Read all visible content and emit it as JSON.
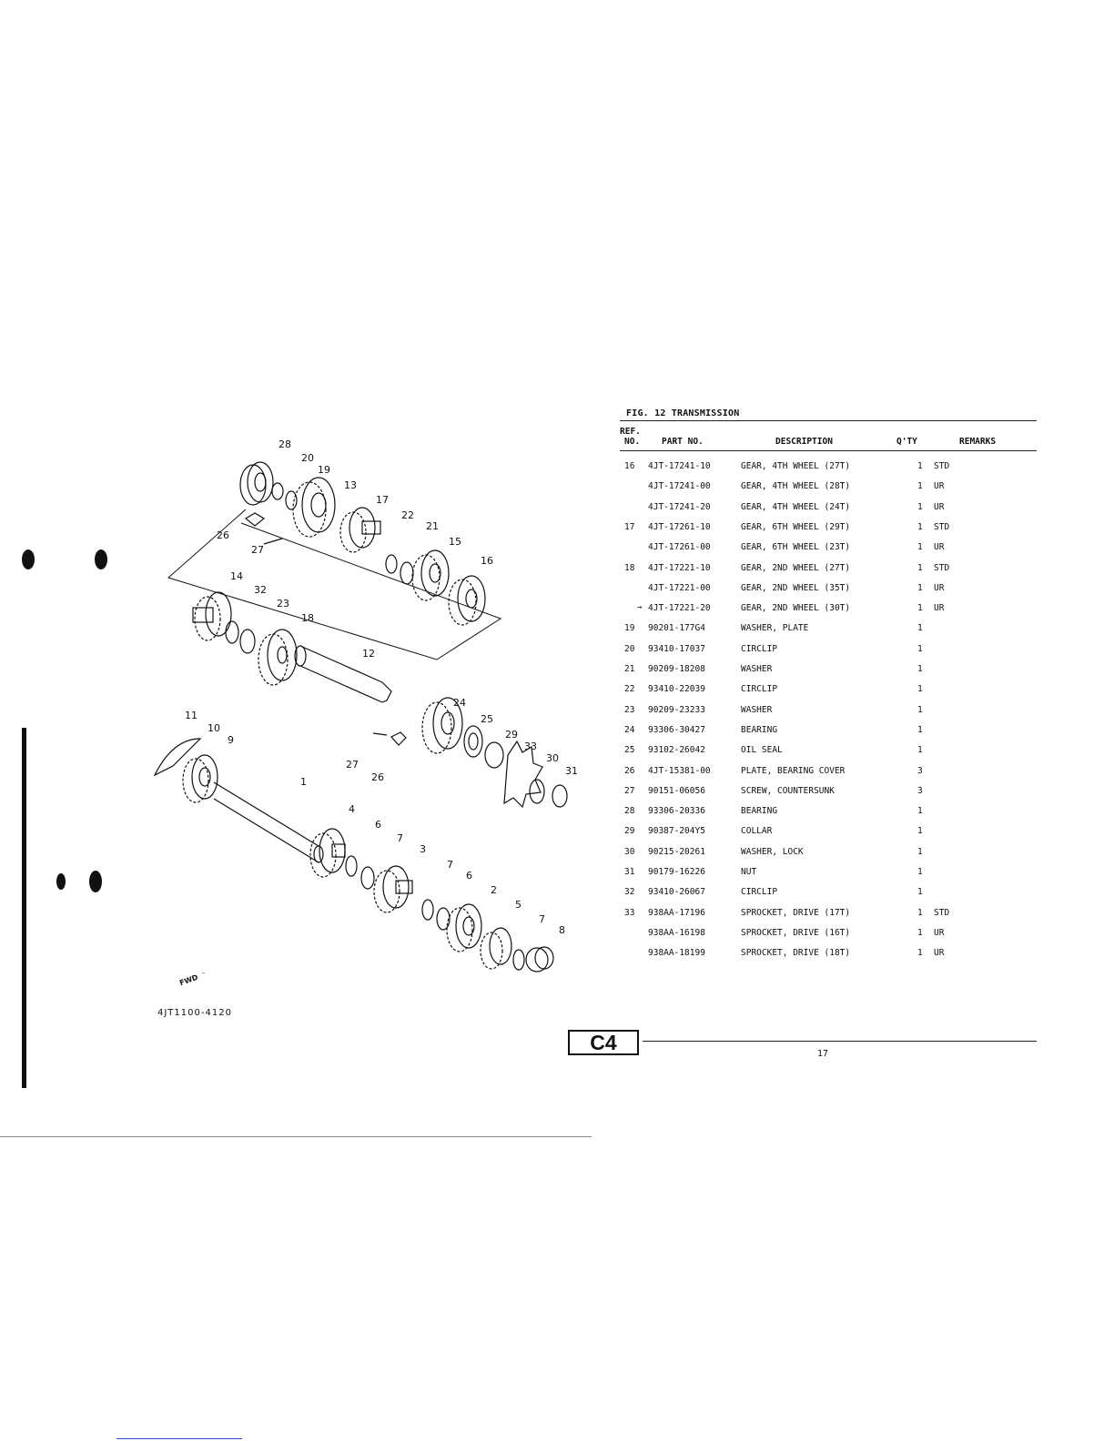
{
  "figure": {
    "title": "FIG. 12  TRANSMISSION",
    "diagram_code": "4JT1100-4120",
    "fwd_label": "FWD",
    "callouts": [
      "28",
      "20",
      "19",
      "13",
      "17",
      "22",
      "21",
      "15",
      "16",
      "26",
      "27",
      "14",
      "32",
      "23",
      "18",
      "12",
      "24",
      "25",
      "29",
      "33",
      "30",
      "31",
      "27",
      "26",
      "11",
      "10",
      "9",
      "1",
      "4",
      "6",
      "7",
      "3",
      "7",
      "6",
      "2",
      "5",
      "7",
      "8"
    ]
  },
  "table": {
    "headers": {
      "ref_line1": "REF.",
      "ref_line2": "NO.",
      "part_no": "PART NO.",
      "description": "DESCRIPTION",
      "qty": "Q'TY",
      "remarks": "REMARKS"
    },
    "rows": [
      {
        "ref": "16",
        "part": "4JT-17241-10",
        "desc": "GEAR, 4TH WHEEL (27T)",
        "qty": "1",
        "remarks": "STD",
        "mark": ""
      },
      {
        "ref": "",
        "part": "4JT-17241-00",
        "desc": "GEAR, 4TH WHEEL (28T)",
        "qty": "1",
        "remarks": "UR",
        "mark": ""
      },
      {
        "ref": "",
        "part": "4JT-17241-20",
        "desc": "GEAR, 4TH WHEEL (24T)",
        "qty": "1",
        "remarks": "UR",
        "mark": ""
      },
      {
        "ref": "17",
        "part": "4JT-17261-10",
        "desc": "GEAR, 6TH WHEEL (29T)",
        "qty": "1",
        "remarks": "STD",
        "mark": ""
      },
      {
        "ref": "",
        "part": "4JT-17261-00",
        "desc": "GEAR, 6TH WHEEL (23T)",
        "qty": "1",
        "remarks": "UR",
        "mark": ""
      },
      {
        "ref": "18",
        "part": "4JT-17221-10",
        "desc": "GEAR, 2ND WHEEL (27T)",
        "qty": "1",
        "remarks": "STD",
        "mark": ""
      },
      {
        "ref": "",
        "part": "4JT-17221-00",
        "desc": "GEAR, 2ND WHEEL (35T)",
        "qty": "1",
        "remarks": "UR",
        "mark": ""
      },
      {
        "ref": "",
        "part": "4JT-17221-20",
        "desc": "GEAR, 2ND WHEEL (30T)",
        "qty": "1",
        "remarks": "UR",
        "mark": "→"
      },
      {
        "ref": "19",
        "part": "90201-177G4",
        "desc": "WASHER, PLATE",
        "qty": "1",
        "remarks": "",
        "mark": ""
      },
      {
        "ref": "20",
        "part": "93410-17037",
        "desc": "CIRCLIP",
        "qty": "1",
        "remarks": "",
        "mark": ""
      },
      {
        "ref": "21",
        "part": "90209-18208",
        "desc": "WASHER",
        "qty": "1",
        "remarks": "",
        "mark": ""
      },
      {
        "ref": "22",
        "part": "93410-22039",
        "desc": "CIRCLIP",
        "qty": "1",
        "remarks": "",
        "mark": ""
      },
      {
        "ref": "23",
        "part": "90209-23233",
        "desc": "WASHER",
        "qty": "1",
        "remarks": "",
        "mark": ""
      },
      {
        "ref": "24",
        "part": "93306-30427",
        "desc": "BEARING",
        "qty": "1",
        "remarks": "",
        "mark": ""
      },
      {
        "ref": "25",
        "part": "93102-26042",
        "desc": "OIL SEAL",
        "qty": "1",
        "remarks": "",
        "mark": ""
      },
      {
        "ref": "26",
        "part": "4JT-15381-00",
        "desc": "PLATE, BEARING COVER",
        "qty": "3",
        "remarks": "",
        "mark": ""
      },
      {
        "ref": "27",
        "part": "90151-06056",
        "desc": "SCREW, COUNTERSUNK",
        "qty": "3",
        "remarks": "",
        "mark": ""
      },
      {
        "ref": "28",
        "part": "93306-20336",
        "desc": "BEARING",
        "qty": "1",
        "remarks": "",
        "mark": ""
      },
      {
        "ref": "29",
        "part": "90387-204Y5",
        "desc": "COLLAR",
        "qty": "1",
        "remarks": "",
        "mark": ""
      },
      {
        "ref": "30",
        "part": "90215-20261",
        "desc": "WASHER, LOCK",
        "qty": "1",
        "remarks": "",
        "mark": ""
      },
      {
        "ref": "31",
        "part": "90179-16226",
        "desc": "NUT",
        "qty": "1",
        "remarks": "",
        "mark": ""
      },
      {
        "ref": "32",
        "part": "93410-26067",
        "desc": "CIRCLIP",
        "qty": "1",
        "remarks": "",
        "mark": ""
      },
      {
        "ref": "33",
        "part": "938AA-17196",
        "desc": "SPROCKET, DRIVE (17T)",
        "qty": "1",
        "remarks": "STD",
        "mark": ""
      },
      {
        "ref": "",
        "part": "938AA-16198",
        "desc": "SPROCKET, DRIVE (16T)",
        "qty": "1",
        "remarks": "UR",
        "mark": ""
      },
      {
        "ref": "",
        "part": "938AA-18199",
        "desc": "SPROCKET, DRIVE (18T)",
        "qty": "1",
        "remarks": "UR",
        "mark": ""
      }
    ]
  },
  "footer": {
    "section": "C4",
    "page_number": "17"
  }
}
